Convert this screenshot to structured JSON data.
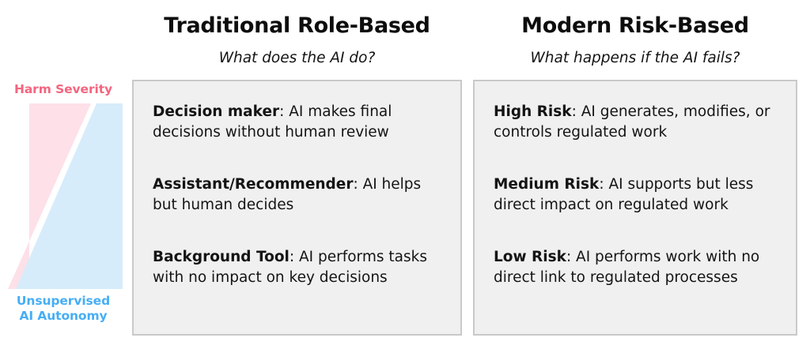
{
  "axis_legend": {
    "top_label": "Harm Severity",
    "bottom_label_line1": "Unsupervised",
    "bottom_label_line2": "AI Autonomy",
    "top_color": "#f4657f",
    "bottom_color": "#46aef5",
    "wedge_fill_top": "#fde0e8",
    "wedge_fill_bottom": "#d6ecfb"
  },
  "columns": [
    {
      "title": "Traditional Role-Based",
      "subtitle": "What does the AI do?",
      "entries": [
        {
          "term": "Decision maker",
          "description": ": AI makes final decisions without human review"
        },
        {
          "term": "Assistant/Recommender",
          "description": ": AI helps but human decides"
        },
        {
          "term": "Background Tool",
          "description": ": AI performs tasks with no impact on key decisions"
        }
      ]
    },
    {
      "title": "Modern Risk-Based",
      "subtitle": "What happens if the AI fails?",
      "entries": [
        {
          "term": "High Risk",
          "description": ": AI generates, modifies, or controls regulated work"
        },
        {
          "term": "Medium Risk",
          "description": ": AI supports but less direct impact on regulated work"
        },
        {
          "term": "Low Risk",
          "description": ": AI performs work with no direct link to regulated processes"
        }
      ]
    }
  ],
  "colors": {
    "panel_background": "#f0f0f0",
    "panel_border": "#c9c9c9",
    "page_background": "#ffffff",
    "text": "#141414"
  }
}
